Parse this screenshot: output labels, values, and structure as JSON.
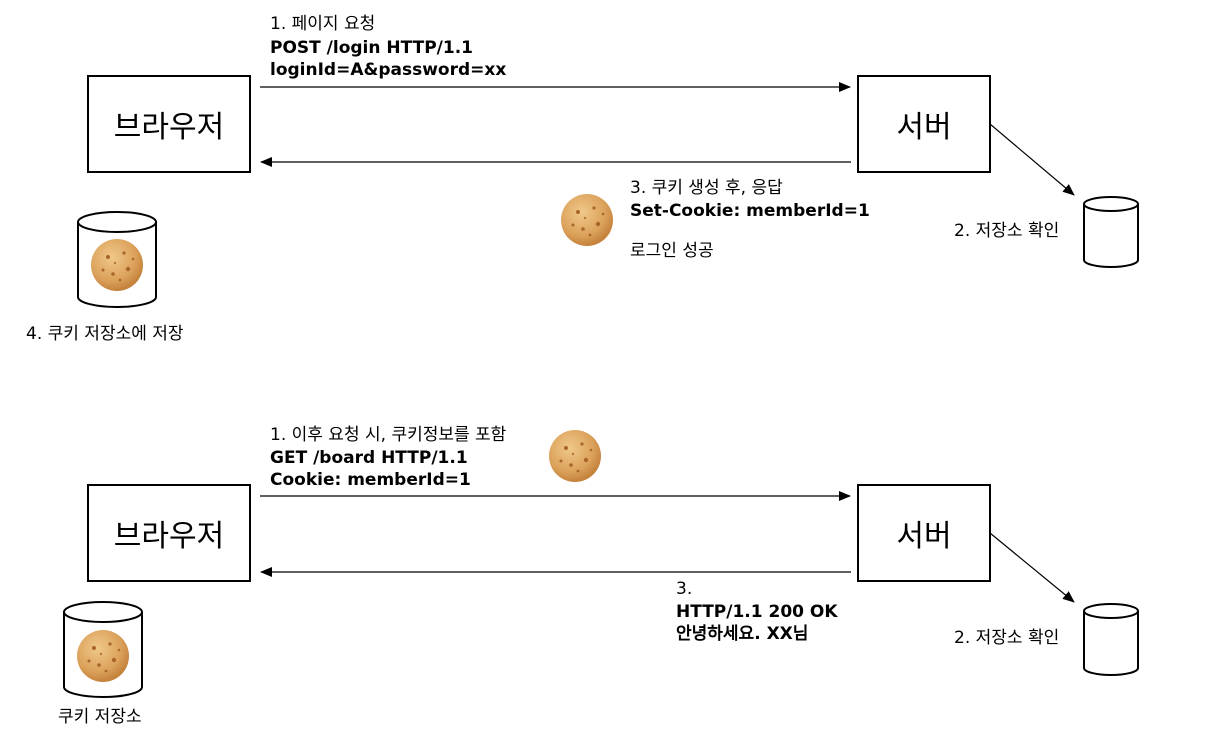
{
  "scene1": {
    "browser_label": "브라우저",
    "server_label": "서버",
    "request_step": "1. 페이지 요청",
    "request_line": "POST /login HTTP/1.1",
    "request_body": "loginId=A&password=xx",
    "server_step": "2. 저장소 확인",
    "response_step": "3. 쿠키 생성 후, 응답",
    "response_header": "Set-Cookie: memberId=1",
    "response_note": "로그인 성공",
    "browser_store_label": "4. 쿠키 저장소에 저장"
  },
  "scene2": {
    "browser_label": "브라우저",
    "server_label": "서버",
    "request_step": "1.  이후 요청 시, 쿠키정보를 포함",
    "request_line": "GET /board HTTP/1.1",
    "request_header": "Cookie: memberId=1",
    "server_step": "2. 저장소 확인",
    "response_step": "3.",
    "response_status": "HTTP/1.1 200 OK",
    "response_body": "안녕하세요. XX님",
    "browser_store_label": "쿠키 저장소"
  },
  "colors": {
    "line": "#000000",
    "cookie_fill": "#dba15a",
    "cookie_edge": "#c4823b",
    "cookie_spot": "#a8662a",
    "cookie_highlight": "#f0c88a",
    "background": "#ffffff"
  },
  "icons": {
    "cookie": "cookie-icon",
    "storage": "database-cylinder-icon"
  }
}
